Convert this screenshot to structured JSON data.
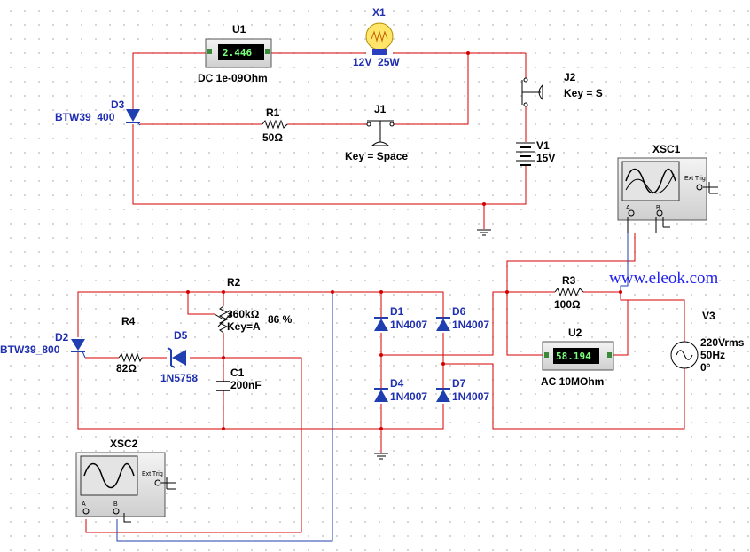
{
  "components": {
    "u1": {
      "ref": "U1",
      "reading": "2.446",
      "spec": "DC  1e-09Ohm"
    },
    "x1": {
      "ref": "X1",
      "value": "12V_25W"
    },
    "d3": {
      "ref": "D3",
      "part": "BTW39_400"
    },
    "r1": {
      "ref": "R1",
      "value": "50Ω"
    },
    "j1": {
      "ref": "J1",
      "key": "Key = Space"
    },
    "j2": {
      "ref": "J2",
      "key": "Key = S"
    },
    "v1": {
      "ref": "V1",
      "value": "15V"
    },
    "xsc1": {
      "ref": "XSC1",
      "ext": "Ext Trig",
      "a": "A",
      "b": "B"
    },
    "r2": {
      "ref": "R2",
      "value": "360kΩ",
      "key": "Key=A",
      "percent": "86 %"
    },
    "r4": {
      "ref": "R4",
      "value": "82Ω"
    },
    "d2": {
      "ref": "D2",
      "part": "BTW39_800"
    },
    "d5": {
      "ref": "D5",
      "part": "1N5758"
    },
    "c1": {
      "ref": "C1",
      "value": "200nF"
    },
    "d1": {
      "ref": "D1",
      "part": "1N4007"
    },
    "d6": {
      "ref": "D6",
      "part": "1N4007"
    },
    "d4": {
      "ref": "D4",
      "part": "1N4007"
    },
    "d7": {
      "ref": "D7",
      "part": "1N4007"
    },
    "r3": {
      "ref": "R3",
      "value": "100Ω"
    },
    "u2": {
      "ref": "U2",
      "reading": "58.194",
      "spec": "AC  10MOhm"
    },
    "v3": {
      "ref": "V3",
      "v": "220Vrms",
      "f": "50Hz",
      "phase": "0°"
    },
    "xsc2": {
      "ref": "XSC2",
      "ext": "Ext Trig",
      "a": "A",
      "b": "B"
    }
  },
  "watermark": "www.eleok.com",
  "colors": {
    "wire": "#d40000",
    "probe": "#1f3fb0",
    "label": "#1f2fb0",
    "meter_bg": "#000000",
    "meter_text": "#7dff7d"
  }
}
